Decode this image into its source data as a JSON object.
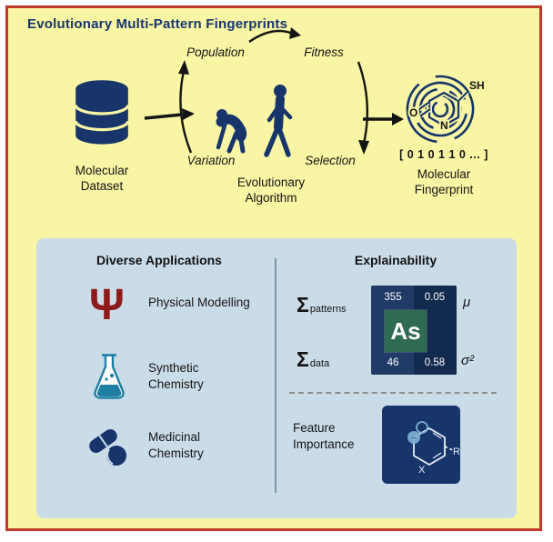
{
  "colors": {
    "background": "#F8F5A4",
    "border": "#C0392B",
    "navy": "#17356B",
    "panel_blue": "#CBDCE9",
    "dark_red": "#8E1B1B",
    "teal": "#1F7FA3",
    "green": "#2F6B52",
    "matrix_navy_light": "#1F3B66",
    "matrix_navy_dark": "#122A4D"
  },
  "title": "Evolutionary Multi-Pattern Fingerprints",
  "diagram": {
    "dataset_label": "Molecular Dataset",
    "cycle": {
      "population": "Population",
      "fitness": "Fitness",
      "variation": "Variation",
      "selection": "Selection",
      "algorithm_label": "Evolutionary Algorithm"
    },
    "fingerprint": {
      "atom_sh": "SH",
      "atom_n": "N",
      "atom_o": "O",
      "bitstring": "[ 0 1 0 1 1 0 ... ]",
      "label": "Molecular Fingerprint"
    }
  },
  "panel": {
    "applications": {
      "heading": "Diverse Applications",
      "items": [
        {
          "icon": "psi-icon",
          "symbol": "Ψ",
          "label": "Physical Modelling"
        },
        {
          "icon": "flask-icon",
          "label": "Synthetic Chemistry"
        },
        {
          "icon": "pills-icon",
          "label": "Medicinal Chemistry"
        }
      ]
    },
    "explainability": {
      "heading": "Explainability",
      "sum_patterns": {
        "sigma": "Σ",
        "sub": "patterns"
      },
      "sum_data": {
        "sigma": "Σ",
        "sub": "data"
      },
      "matrix": {
        "element": "As",
        "values": [
          [
            "355",
            "0.05"
          ],
          [
            "46",
            "0.58"
          ]
        ],
        "mu": "μ",
        "sigma_sq": "σ²"
      },
      "feature_label": "Feature Importance",
      "molecule": {
        "x": "X",
        "r": "R"
      }
    }
  }
}
